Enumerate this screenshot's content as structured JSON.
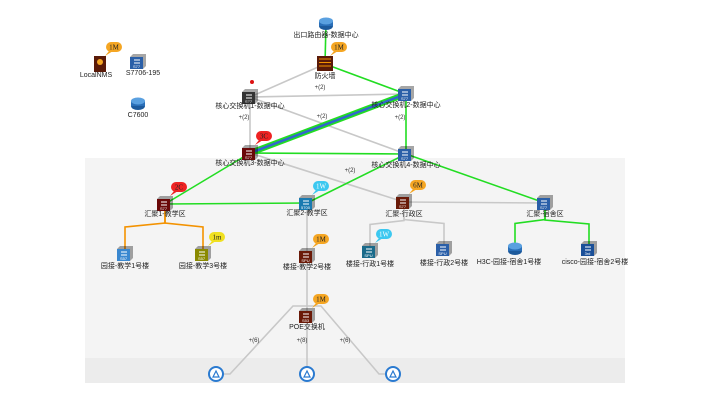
{
  "nodes": [
    {
      "id": "router",
      "label": "出口路由器-数据中心",
      "icon": "router-icon",
      "color": "#2a6fb8"
    },
    {
      "id": "firewall",
      "label": "防火墙",
      "icon": "firewall-icon",
      "color": "#5a1a08",
      "badge": {
        "text": "1M",
        "color": "#f5a623"
      }
    },
    {
      "id": "localnms",
      "label": "LocalNMS",
      "icon": "server-icon",
      "color": "#5a1a08",
      "badge": {
        "text": "1M",
        "color": "#f5a623"
      }
    },
    {
      "id": "s7706",
      "label": "S7706-195",
      "icon": "switch-icon",
      "color": "#2a5fa8",
      "model": "S77"
    },
    {
      "id": "c7600",
      "label": "C7600",
      "icon": "router-icon",
      "color": "#2a6fb8"
    },
    {
      "id": "core1",
      "label": "核心交换机1-数据中心",
      "icon": "switch-icon",
      "color": "#333333",
      "model": "S77"
    },
    {
      "id": "core2",
      "label": "核心交换机2-数据中心",
      "icon": "switch-icon",
      "color": "#2a5fa8",
      "model": "S77"
    },
    {
      "id": "core3",
      "label": "核心交换机3-数据中心",
      "icon": "switch-icon",
      "color": "#6a0808",
      "model": "S77",
      "badge": {
        "text": "3C",
        "color": "#ee2222"
      }
    },
    {
      "id": "core4",
      "label": "核心交换机4-数据中心",
      "icon": "switch-icon",
      "color": "#2a5fa8",
      "model": "S77"
    },
    {
      "id": "agg1",
      "label": "汇聚1-教学区",
      "icon": "switch-icon",
      "color": "#6a0808",
      "model": "S77",
      "badge": {
        "text": "2C",
        "color": "#ee2222"
      }
    },
    {
      "id": "agg2",
      "label": "汇聚2-教学区",
      "icon": "switch-icon",
      "color": "#1a7ab0",
      "model": "5700",
      "badge": {
        "text": "1W",
        "color": "#3cc8f0"
      }
    },
    {
      "id": "aggadmin",
      "label": "汇聚-行政区",
      "icon": "switch-icon",
      "color": "#6a1a08",
      "model": "S77",
      "badge": {
        "text": "6M",
        "color": "#f5a623"
      }
    },
    {
      "id": "aggdorm",
      "label": "汇聚-宿舍区",
      "icon": "switch-icon",
      "color": "#2a5fa8",
      "model": "S77"
    },
    {
      "id": "acc1",
      "label": "园接-教学1号楼",
      "icon": "switch-icon",
      "color": "#3a88d0",
      "model": "S57"
    },
    {
      "id": "acc3",
      "label": "园接-教学3号楼",
      "icon": "switch-icon",
      "color": "#8a8a00",
      "model": "S57",
      "badge": {
        "text": "1m",
        "color": "#f0e020"
      }
    },
    {
      "id": "acc2",
      "label": "楼接-教学2号楼",
      "icon": "switch-icon",
      "color": "#6a1a08",
      "model": "SPU",
      "badge": {
        "text": "1M",
        "color": "#f5a623"
      }
    },
    {
      "id": "adm1",
      "label": "楼接-行政1号楼",
      "icon": "switch-icon",
      "color": "#1a6a8a",
      "model": "SPU",
      "badge": {
        "text": "1W",
        "color": "#3cc8f0"
      }
    },
    {
      "id": "adm2",
      "label": "楼接-行政2号楼",
      "icon": "switch-icon",
      "color": "#2a5fa8",
      "model": "SPU"
    },
    {
      "id": "h3c",
      "label": "H3C-园接-宿舍1号楼",
      "icon": "router-icon",
      "color": "#2a6fb8"
    },
    {
      "id": "cisco",
      "label": "cisco-园接-宿舍2号楼",
      "icon": "switch-icon",
      "color": "#1a4f98",
      "model": "3rd"
    },
    {
      "id": "poe",
      "label": "POE交换机",
      "icon": "switch-icon",
      "color": "#6a1a08",
      "model": "S53",
      "badge": {
        "text": "1M",
        "color": "#f5a623"
      }
    },
    {
      "id": "ap1",
      "label": "",
      "icon": "wireless-ap-icon",
      "color": "#2a7ad0"
    },
    {
      "id": "ap2",
      "label": "",
      "icon": "wireless-ap-icon",
      "color": "#2a7ad0"
    },
    {
      "id": "ap3",
      "label": "",
      "icon": "wireless-ap-icon",
      "color": "#2a7ad0"
    }
  ],
  "edges": [
    {
      "from": "router",
      "to": "firewall",
      "color": "#22dd22"
    },
    {
      "from": "firewall",
      "to": "core2",
      "color": "#22dd22"
    },
    {
      "from": "firewall",
      "to": "core1",
      "color": "#c8c8c8"
    },
    {
      "from": "core1",
      "to": "core2",
      "color": "#c8c8c8",
      "label": "+(2)"
    },
    {
      "from": "core1",
      "to": "core4",
      "color": "#c8c8c8",
      "label": "+(2)"
    },
    {
      "from": "core1",
      "to": "core3",
      "color": "#c8c8c8",
      "label": "+(2)"
    },
    {
      "from": "core2",
      "to": "core4",
      "color": "#22dd22",
      "label": "+(2)"
    },
    {
      "from": "core2",
      "to": "core3",
      "color": "#3366cc",
      "highlight": true
    },
    {
      "from": "core3",
      "to": "core4",
      "color": "#22dd22"
    },
    {
      "from": "core3",
      "to": "agg1",
      "color": "#22dd22"
    },
    {
      "from": "core3",
      "to": "aggadmin",
      "color": "#c8c8c8",
      "label": "+(2)"
    },
    {
      "from": "core4",
      "to": "agg2",
      "color": "#22dd22"
    },
    {
      "from": "core4",
      "to": "aggdorm",
      "color": "#22dd22"
    },
    {
      "from": "agg1",
      "to": "agg2",
      "color": "#22dd22"
    },
    {
      "from": "aggadmin",
      "to": "aggdorm",
      "color": "#c8c8c8"
    },
    {
      "from": "agg1",
      "to": "acc1",
      "color": "#f39200"
    },
    {
      "from": "agg1",
      "to": "acc3",
      "color": "#f39200"
    },
    {
      "from": "agg2",
      "to": "acc2",
      "color": "#c8c8c8"
    },
    {
      "from": "acc2",
      "to": "poe",
      "color": "#c8c8c8"
    },
    {
      "from": "aggadmin",
      "to": "adm1",
      "color": "#c8c8c8"
    },
    {
      "from": "aggadmin",
      "to": "adm2",
      "color": "#c8c8c8"
    },
    {
      "from": "aggdorm",
      "to": "h3c",
      "color": "#22dd22"
    },
    {
      "from": "aggdorm",
      "to": "cisco",
      "color": "#22dd22"
    },
    {
      "from": "poe",
      "to": "ap1",
      "color": "#c8c8c8",
      "label": "+(6)"
    },
    {
      "from": "poe",
      "to": "ap2",
      "color": "#c8c8c8",
      "label": "+(8)"
    },
    {
      "from": "poe",
      "to": "ap3",
      "color": "#c8c8c8",
      "label": "+(6)"
    }
  ]
}
